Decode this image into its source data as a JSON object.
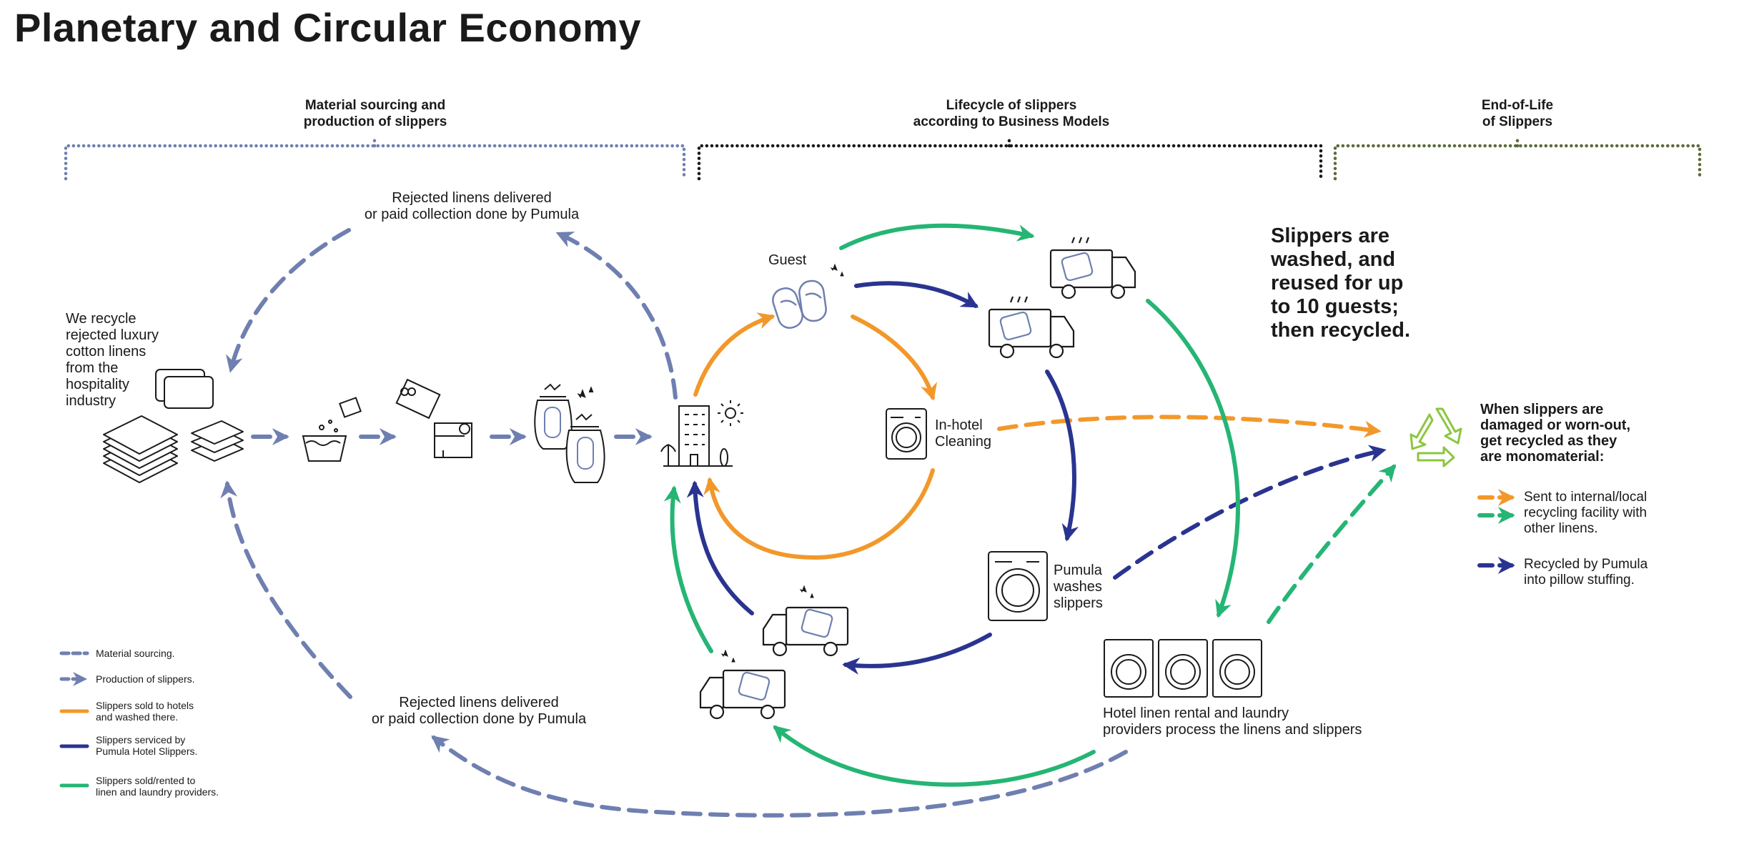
{
  "title": "Planetary and Circular Economy",
  "sections": {
    "sourcing": "Material sourcing and\nproduction of slippers",
    "lifecycle": "Lifecycle of slippers\naccording to Business Models",
    "end_of_life": "End-of-Life\nof Slippers"
  },
  "labels": {
    "rejected_top": "Rejected linens delivered\nor paid collection done by Pumula",
    "rejected_bottom": "Rejected linens delivered\nor paid collection done by Pumula",
    "we_recycle": "We recycle\nrejected luxury\ncotton linens\nfrom the\nhospitality\nindustry",
    "guest": "Guest",
    "in_hotel": "In-hotel\nCleaning",
    "pumula_washes": "Pumula\nwashes\nslippers",
    "laundry_providers": "Hotel linen rental and laundry\nproviders process the linens and slippers",
    "reused": "Slippers are\nwashed, and\nreused for up\nto 10 guests;\nthen recycled.",
    "when_damaged": "When slippers are\ndamaged or worn-out,\nget recycled as they\nare monomaterial:"
  },
  "eol_legend": {
    "sent_internal": "Sent to internal/local\nrecycling facility with\nother linens.",
    "recycled_pumula": "Recycled by Pumula\ninto pillow stuffing."
  },
  "legend": [
    {
      "label": "Material sourcing.",
      "color": "#6f7fb0",
      "style": "dashed"
    },
    {
      "label": "Production of slippers.",
      "color": "#6f7fb0",
      "style": "dashed-arrow"
    },
    {
      "label": "Slippers sold to hotels\nand washed there.",
      "color": "#f2982a",
      "style": "solid"
    },
    {
      "label": "Slippers serviced by\nPumula Hotel Slippers.",
      "color": "#2a3490",
      "style": "solid"
    },
    {
      "label": "Slippers sold/rented to\nlinen and laundry providers.",
      "color": "#25b574",
      "style": "solid"
    }
  ],
  "colors": {
    "sourcing": "#6f7fb0",
    "hotel": "#f2982a",
    "pumula": "#2a3490",
    "laundry": "#25b574",
    "recycle": "#8cc63f"
  },
  "icons": [
    "towel-stack-icon",
    "pillow-icon",
    "washing-basin-icon",
    "sewing-machine-icon",
    "slipper-bag-icon",
    "hotel-building-icon",
    "slippers-icon",
    "truck-icon",
    "washing-machine-icon",
    "recycle-icon"
  ]
}
